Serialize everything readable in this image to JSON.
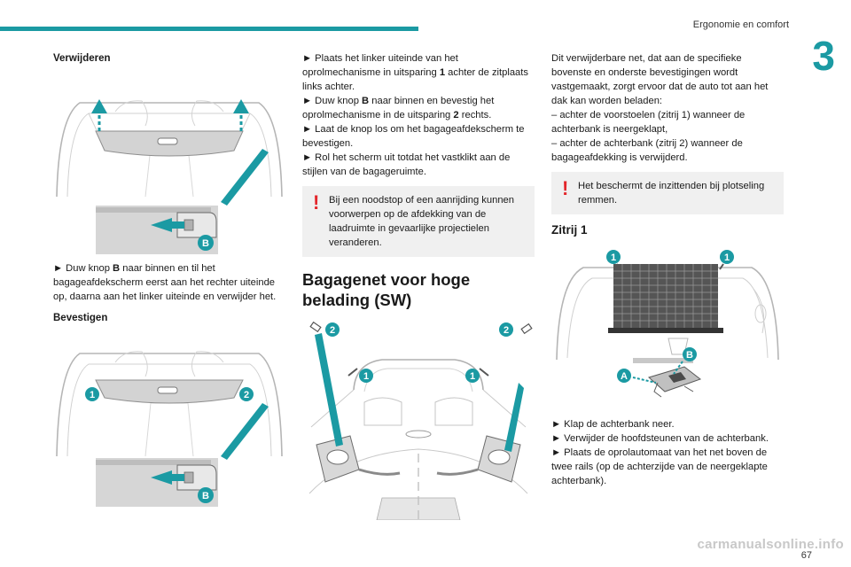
{
  "header": {
    "section_title": "Ergonomie en comfort",
    "chapter_number": "3",
    "page_number": "67"
  },
  "watermark": "carmanualsonline.info",
  "col1": {
    "heading_remove": "Verwijderen",
    "step_remove": "► Duw knop B naar binnen en til het bagageafdekscherm eerst aan het rechter uiteinde op, daarna aan het linker uiteinde en verwijder het.",
    "heading_attach": "Bevestigen",
    "fig_labels": {
      "b": "B",
      "one": "1",
      "two": "2"
    }
  },
  "col2": {
    "steps": [
      "► Plaats het linker uiteinde van het oprolmechanisme in uitsparing 1 achter de zitplaats links achter.",
      "► Duw knop B naar binnen en bevestig het oprolmechanisme in de uitsparing 2 rechts.",
      "► Laat de knop los om het bagageafdekscherm te bevestigen.",
      "► Rol het scherm uit totdat het vastklikt aan de stijlen van de bagageruimte."
    ],
    "warning": "Bij een noodstop of een aanrijding kunnen voorwerpen op de afdekking van de laadruimte in gevaarlijke projectielen veranderen.",
    "heading": "Bagagenet voor hoge belading (SW)",
    "fig_labels": {
      "one": "1",
      "two": "2"
    }
  },
  "col3": {
    "intro": "Dit verwijderbare net, dat aan de specifieke bovenste en onderste bevestigingen wordt vastgemaakt, zorgt ervoor dat de auto tot aan het dak kan worden beladen:",
    "bullet1": "– achter de voorstoelen (zitrij 1) wanneer de achterbank is neergeklapt,",
    "bullet2": "– achter de achterbank (zitrij 2) wanneer de bagageafdekking is verwijderd.",
    "warning": "Het beschermt de inzittenden bij plotseling remmen.",
    "heading": "Zitrij 1",
    "steps": [
      "► Klap de achterbank neer.",
      "► Verwijder de hoofdsteunen van de achterbank.",
      "► Plaats de oprolautomaat van het net boven de twee rails (op de achterzijde van de neergeklapte achterbank)."
    ],
    "fig_labels": {
      "one": "1",
      "a": "A",
      "b": "B"
    }
  },
  "colors": {
    "accent": "#1b9aa3",
    "warning": "#e3262b",
    "panel": "#f0f0f0"
  }
}
